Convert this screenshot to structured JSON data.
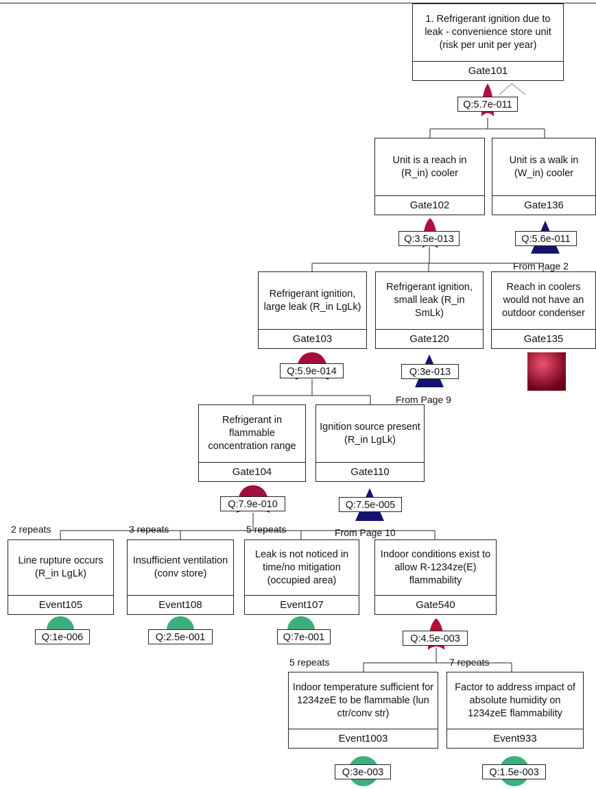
{
  "nodes": {
    "g101": {
      "desc": "1. Refrigerant ignition due to leak - convenience store unit (risk per unit per year)",
      "id": "Gate101",
      "q": "Q:5.7e-011",
      "gate": "and-gate"
    },
    "g102": {
      "desc": "Unit is a reach in (R_in) cooler",
      "id": "Gate102",
      "q": "Q:3.5e-013",
      "gate": "and-gate"
    },
    "g136": {
      "desc": "Unit is a walk in (W_in) cooler",
      "id": "Gate136",
      "q": "Q:5.6e-011",
      "gate": "transfer-in",
      "ref": "From Page 2"
    },
    "g103": {
      "desc": "Refrigerant ignition, large leak (R_in LgLk)",
      "id": "Gate103",
      "q": "Q:5.9e-014",
      "gate": "or-gate"
    },
    "g120": {
      "desc": "Refrigerant ignition, small leak (R_in SmLk)",
      "id": "Gate120",
      "q": "Q:3e-013",
      "gate": "transfer-in",
      "ref": "From Page 9"
    },
    "g135": {
      "desc": "Reach in coolers would not have an outdoor condenser",
      "id": "Gate135",
      "gate": "house-event"
    },
    "g104": {
      "desc": "Refrigerant in flammable concentration range",
      "id": "Gate104",
      "q": "Q:7.9e-010",
      "gate": "or-gate"
    },
    "g110": {
      "desc": "Ignition source present (R_in LgLk)",
      "id": "Gate110",
      "q": "Q:7.5e-005",
      "gate": "transfer-in",
      "ref": "From Page 10"
    },
    "e105": {
      "desc": "Line rupture occurs (R_in LgLk)",
      "id": "Event105",
      "q": "Q:1e-006",
      "gate": "basic-event",
      "repeats": "2 repeats"
    },
    "e108": {
      "desc": "Insufficient ventilation (conv store)",
      "id": "Event108",
      "q": "Q:2.5e-001",
      "gate": "basic-event",
      "repeats": "3 repeats"
    },
    "e107": {
      "desc": "Leak is not noticed in time/no mitigation (occupied area)",
      "id": "Event107",
      "q": "Q:7e-001",
      "gate": "basic-event",
      "repeats": "5 repeats"
    },
    "g540": {
      "desc": "Indoor conditions exist to allow R-1234ze(E) flammability",
      "id": "Gate540",
      "q": "Q:4.5e-003",
      "gate": "and-gate"
    },
    "e1003": {
      "desc": "Indoor temperature sufficient for 1234zeE to be flammable (lun ctr/conv str)",
      "id": "Event1003",
      "q": "Q:3e-003",
      "gate": "basic-event",
      "repeats": "5 repeats"
    },
    "e933": {
      "desc": "Factor to address impact of absolute humidity on 1234zeE flammability",
      "id": "Event933",
      "q": "Q:1.5e-003",
      "gate": "basic-event",
      "repeats": "7 repeats"
    }
  },
  "colors": {
    "and": "#b0103a",
    "or": "#a0103a",
    "transfer": "#141470",
    "basic": "#3fae7e",
    "line": "#222222"
  }
}
